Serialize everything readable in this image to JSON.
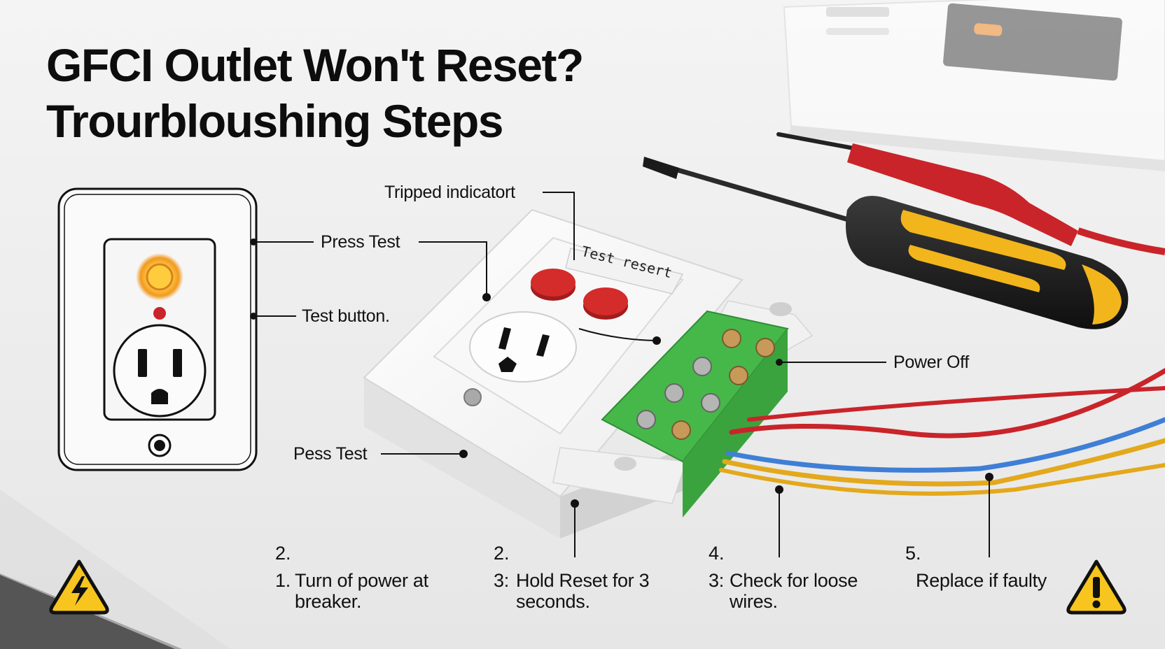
{
  "title": {
    "line1": "GFCI Outlet Won't Reset?",
    "line2": "Trourbloushing Steps"
  },
  "callouts": {
    "tripped_indicator": "Tripped indicatort",
    "press_test_top": "Press Test",
    "test_button": "Test button.",
    "power_off": "Power Off",
    "press_test_bottom": "Pess Test"
  },
  "device_label": "Test resert",
  "steps": [
    {
      "number": "2.",
      "prefix": "1.",
      "text": "Turn of power at breaker."
    },
    {
      "number": "2.",
      "prefix": "3:",
      "text": "Hold Reset for 3 seconds."
    },
    {
      "number": "4.",
      "prefix": "3:",
      "text": "Check for loose wires."
    },
    {
      "number": "5.",
      "prefix": "",
      "text": "Replace if faulty"
    }
  ],
  "icons": [
    "electric-hazard-icon",
    "warning-icon"
  ],
  "colors": {
    "button_red": "#d42b2b",
    "terminal_green": "#46b84a",
    "indicator_glow": "#ffb733",
    "handle_yellow": "#f2b51c",
    "warning_yellow": "#f7c51e"
  }
}
